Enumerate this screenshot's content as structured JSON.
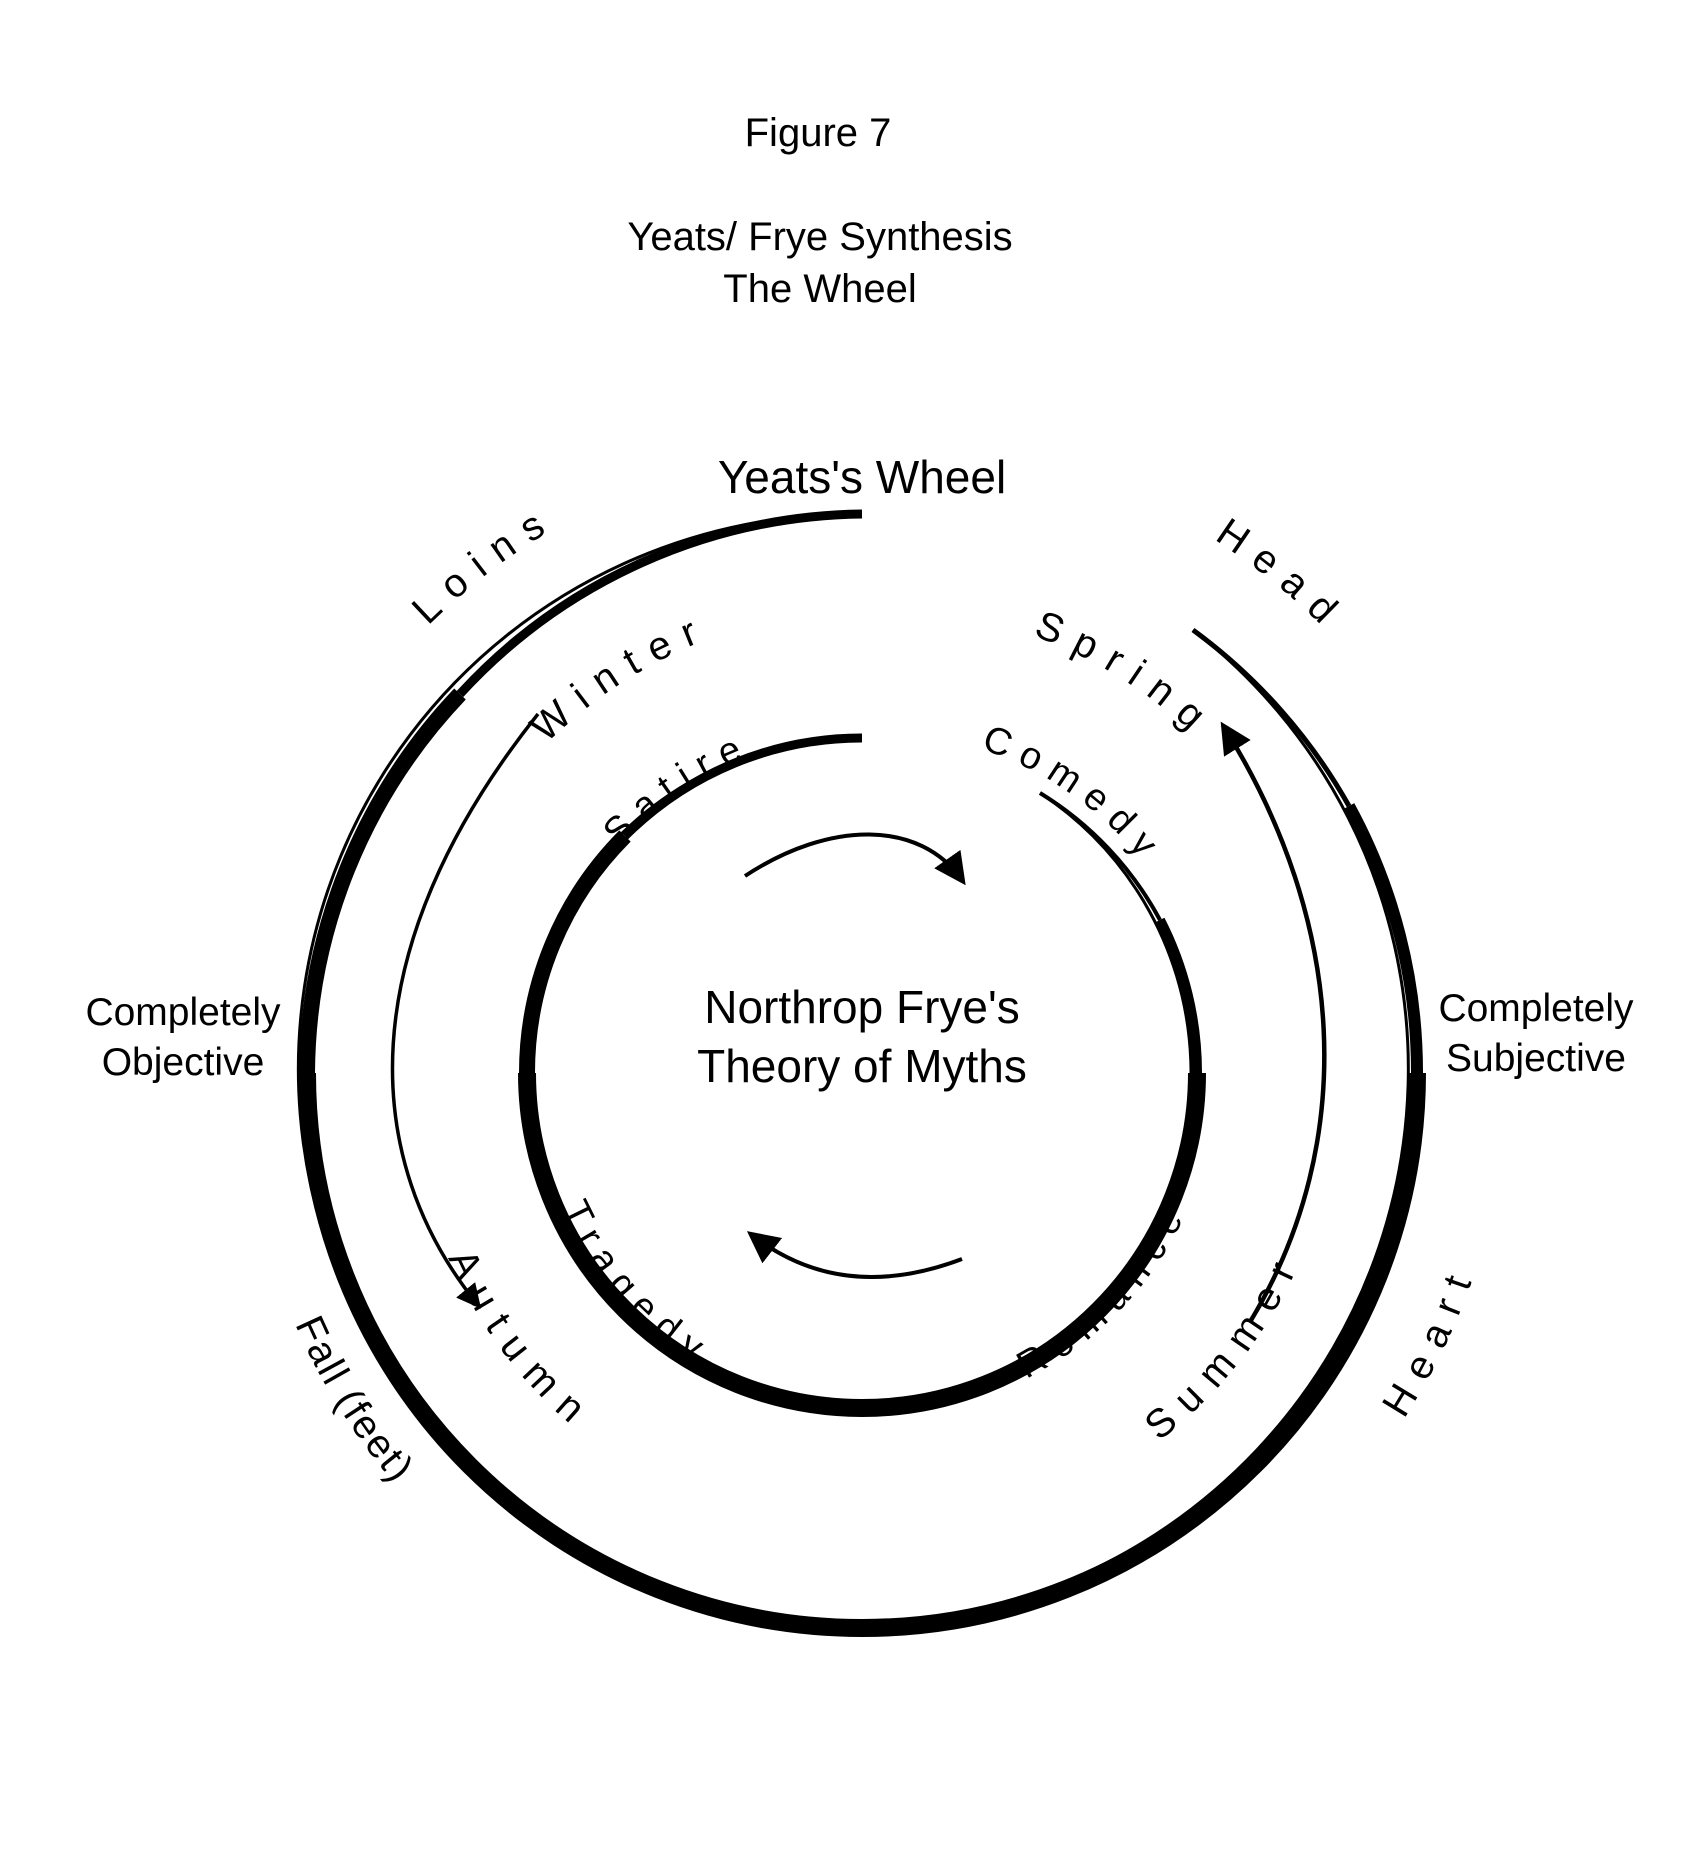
{
  "figure": {
    "number_label": "Figure 7",
    "title_line1": "Yeats/ Frye Synthesis",
    "title_line2": "The Wheel"
  },
  "outer_wheel": {
    "title": "Yeats's Wheel",
    "labels": {
      "loins": "Loins",
      "head": "Head",
      "heart": "Heart",
      "fall": "Fall (feet)"
    },
    "left_line1": "Completely",
    "left_line2": "Objective",
    "right_line1": "Completely",
    "right_line2": "Subjective"
  },
  "inner_wheel": {
    "center_line1": "Northrop Frye's",
    "center_line2": "Theory of Myths",
    "seasons": {
      "winter": "Winter",
      "spring": "Spring",
      "summer": "Summer",
      "autumn": "Autumn"
    },
    "myths": {
      "satire": "Satire",
      "comedy": "Comedy",
      "romance": "Romance",
      "tragedy": "Tragedy"
    }
  },
  "colors": {
    "ink": "#000000",
    "background": "#ffffff"
  }
}
